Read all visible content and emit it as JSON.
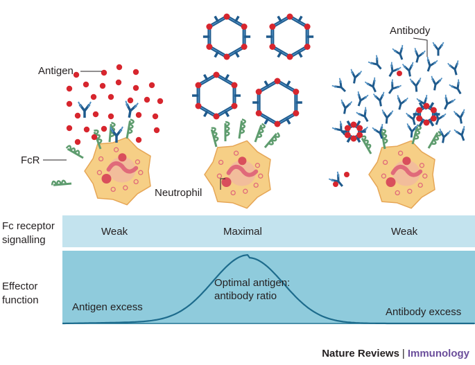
{
  "labels": {
    "antigen": "Antigen",
    "fcr": "FcR",
    "antibody": "Antibody",
    "neutrophil": "Neutrophil"
  },
  "fc_signalling": {
    "row_label_line1": "Fc receptor",
    "row_label_line2": "signalling",
    "values": [
      "Weak",
      "Maximal",
      "Weak"
    ]
  },
  "effector": {
    "row_label_line1": "Effector",
    "row_label_line2": "function",
    "left_annotation": "Antigen excess",
    "peak_annotation_line1": "Optimal antigen:",
    "peak_annotation_line2": "antibody ratio",
    "right_annotation": "Antibody excess"
  },
  "branding": {
    "journal": "Nature Reviews",
    "separator": "|",
    "section": "Immunology"
  },
  "colors": {
    "antigen": "#d7262e",
    "antibody_blue": "#1f5a8c",
    "receptor_green": "#5e9c6e",
    "cell_fill": "#f6cf86",
    "band_light": "#c3e3ee",
    "band_mid": "#8fcbdc",
    "curve": "#1d6b8c",
    "brand_accent": "#6b4e9b"
  }
}
